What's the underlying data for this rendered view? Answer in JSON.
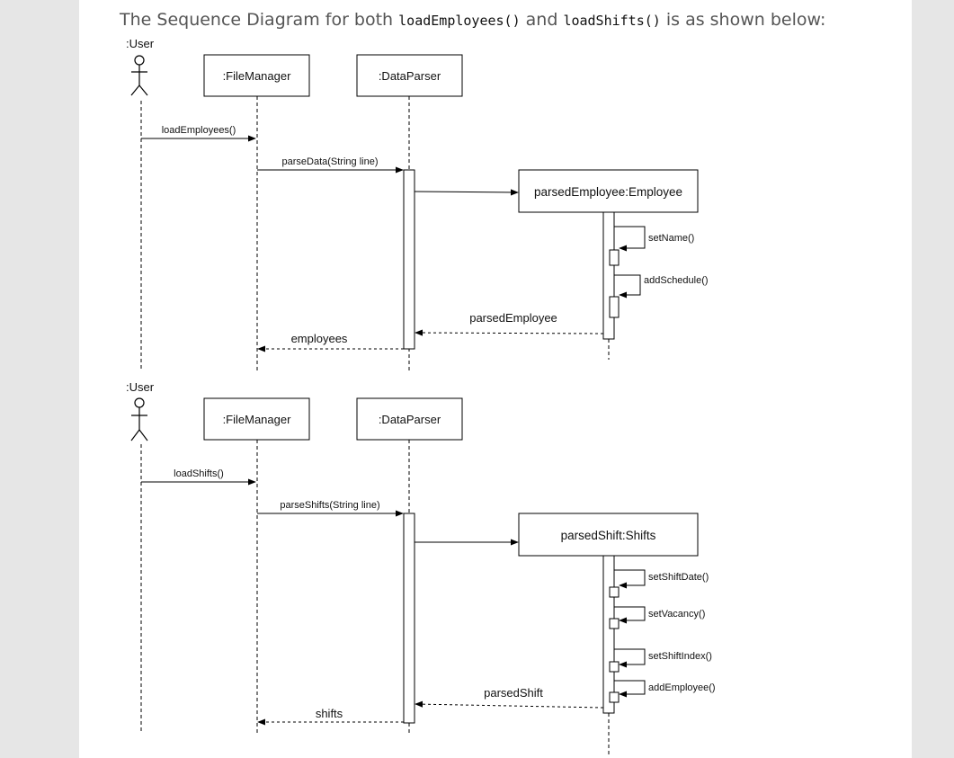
{
  "intro": {
    "prefix": "The Sequence Diagram for both ",
    "code1": "loadEmployees()",
    "middle": " and ",
    "code2": "loadShifts()",
    "suffix": " is as shown below:"
  },
  "diagram1": {
    "actor": ":User",
    "file_manager": ":FileManager",
    "data_parser": ":DataParser",
    "created_object": "parsedEmployee:Employee",
    "messages": {
      "load": "loadEmployees()",
      "parse": "parseData(String line)",
      "self_call_1": "setName()",
      "self_call_2": "addSchedule()",
      "return_object": "parsedEmployee",
      "return_list": "employees"
    }
  },
  "diagram2": {
    "actor": ":User",
    "file_manager": ":FileManager",
    "data_parser": ":DataParser",
    "created_object": "parsedShift:Shifts",
    "messages": {
      "load": "loadShifts()",
      "parse": "parseShifts(String line)",
      "self_call_1": "setShiftDate()",
      "self_call_2": "setVacancy()",
      "self_call_3": "setShiftIndex()",
      "self_call_4": "addEmployee()",
      "return_object": "parsedShift",
      "return_list": "shifts"
    }
  }
}
